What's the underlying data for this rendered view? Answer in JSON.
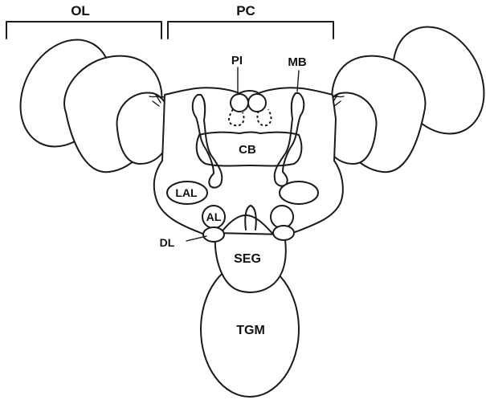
{
  "diagram": {
    "brackets": {
      "left": "OL",
      "right": "PC"
    },
    "labels": {
      "pi": "PI",
      "mb": "MB",
      "cb": "CB",
      "lal": "LAL",
      "al": "AL",
      "dl": "DL",
      "seg": "SEG",
      "tgm": "TGM"
    },
    "colors": {
      "stroke": "#1a1a1a",
      "fill": "#ffffff",
      "text": "#111111"
    }
  }
}
